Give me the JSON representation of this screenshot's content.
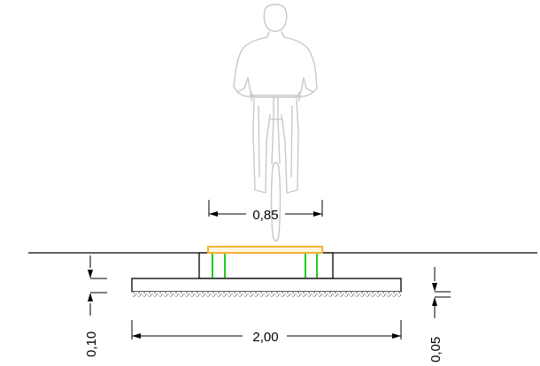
{
  "dimensions": {
    "path_width": "0,85",
    "base_width": "2,00",
    "slab_thickness": "0,10",
    "base_thickness": "0,05"
  },
  "colors": {
    "deck": "#f2b233",
    "posts": "#22cc22",
    "lines": "#000000",
    "cyclist": "#c8c8c8"
  },
  "icons": {
    "figure": "cyclist-silhouette"
  }
}
